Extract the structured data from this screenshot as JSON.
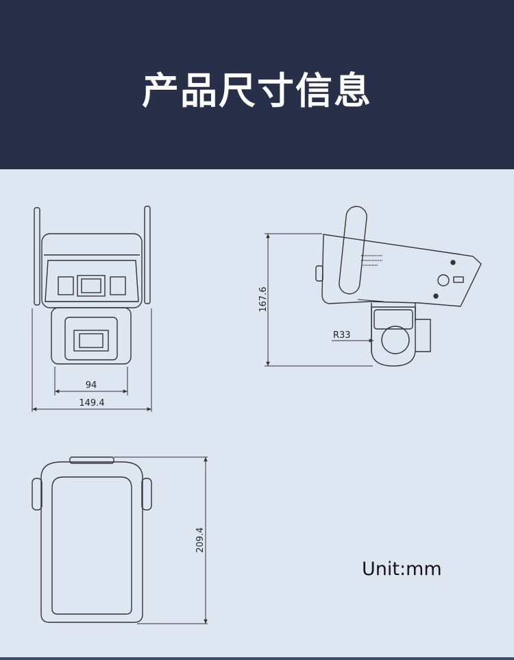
{
  "header": {
    "title": "产品尺寸信息",
    "background": "#283049",
    "text_color": "#ffffff"
  },
  "drawing": {
    "background": "#dde6f1",
    "line_color": "#333333",
    "views": {
      "front": {
        "inner_width": "94",
        "overall_width": "149.4"
      },
      "side": {
        "height": "167.6",
        "radius": "R33"
      },
      "back": {
        "height": "209.4"
      }
    },
    "unit": "Unit:mm"
  }
}
